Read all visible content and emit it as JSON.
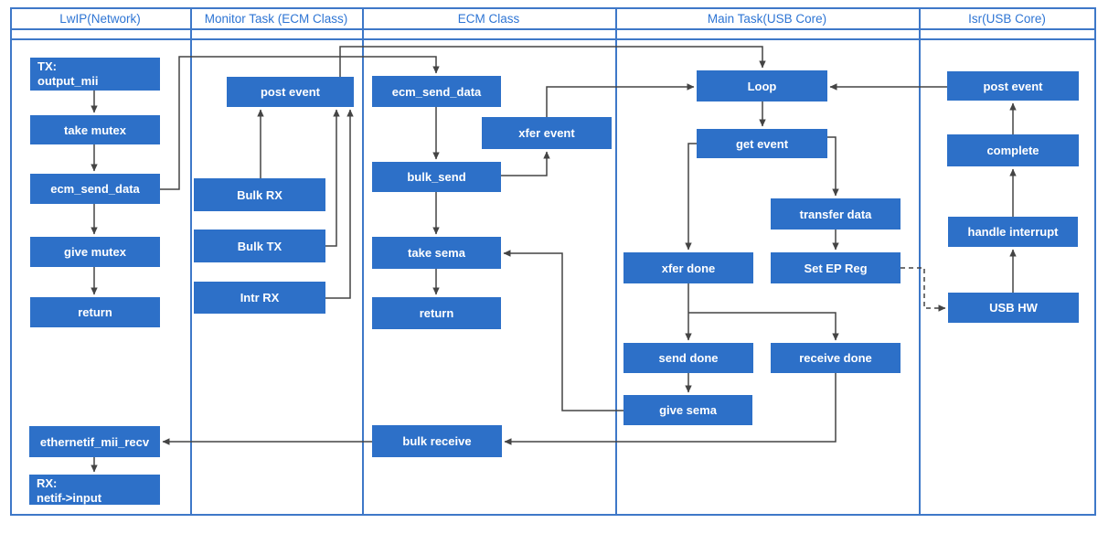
{
  "diagram_title": "USB ECM network data flow (swimlane diagram)",
  "colors": {
    "node_fill": "#2D70C8",
    "node_text": "#FFFFFF",
    "lane_border": "#3E78C8",
    "lane_title_text": "#2E75D4",
    "connector": "#444444",
    "background": "#FFFFFF"
  },
  "lanes": [
    {
      "title": "LwIP(Network)"
    },
    {
      "title": "Monitor Task  (ECM Class)"
    },
    {
      "title": "ECM Class"
    },
    {
      "title": "Main Task(USB Core)"
    },
    {
      "title": "Isr(USB Core)"
    }
  ],
  "nodes": {
    "tx_output_mii": {
      "label": "TX:\noutput_mii",
      "lane": "LwIP(Network)"
    },
    "take_mutex": {
      "label": "take mutex",
      "lane": "LwIP(Network)"
    },
    "ecm_send_data_lwip": {
      "label": "ecm_send_data",
      "lane": "LwIP(Network)"
    },
    "give_mutex": {
      "label": "give mutex",
      "lane": "LwIP(Network)"
    },
    "return_lwip": {
      "label": "return",
      "lane": "LwIP(Network)"
    },
    "ethernetif_mii_recv": {
      "label": "ethernetif_mii_recv",
      "lane": "LwIP(Network)"
    },
    "rx_netif_input": {
      "label": "RX:\nnetif->input",
      "lane": "LwIP(Network)"
    },
    "post_event_monitor": {
      "label": "post event",
      "lane": "Monitor Task  (ECM Class)"
    },
    "bulk_rx": {
      "label": "Bulk RX",
      "lane": "Monitor Task  (ECM Class)"
    },
    "bulk_tx": {
      "label": "Bulk TX",
      "lane": "Monitor Task  (ECM Class)"
    },
    "intr_rx": {
      "label": "Intr RX",
      "lane": "Monitor Task  (ECM Class)"
    },
    "ecm_send_data_ecm": {
      "label": "ecm_send_data",
      "lane": "ECM Class"
    },
    "xfer_event": {
      "label": "xfer event",
      "lane": "ECM Class"
    },
    "bulk_send": {
      "label": "bulk_send",
      "lane": "ECM Class"
    },
    "take_sema": {
      "label": "take sema",
      "lane": "ECM Class"
    },
    "return_ecm": {
      "label": "return",
      "lane": "ECM Class"
    },
    "bulk_receive": {
      "label": "bulk receive",
      "lane": "ECM Class"
    },
    "loop": {
      "label": "Loop",
      "lane": "Main Task(USB Core)"
    },
    "get_event": {
      "label": "get event",
      "lane": "Main Task(USB Core)"
    },
    "transfer_data": {
      "label": "transfer data",
      "lane": "Main Task(USB Core)"
    },
    "xfer_done": {
      "label": "xfer done",
      "lane": "Main Task(USB Core)"
    },
    "set_ep_reg": {
      "label": "Set EP Reg",
      "lane": "Main Task(USB Core)"
    },
    "send_done": {
      "label": "send done",
      "lane": "Main Task(USB Core)"
    },
    "receive_done": {
      "label": "receive done",
      "lane": "Main Task(USB Core)"
    },
    "give_sema": {
      "label": "give sema",
      "lane": "Main Task(USB Core)"
    },
    "post_event_isr": {
      "label": "post event",
      "lane": "Isr(USB Core)"
    },
    "complete": {
      "label": "complete",
      "lane": "Isr(USB Core)"
    },
    "handle_interrupt": {
      "label": "handle interrupt",
      "lane": "Isr(USB Core)"
    },
    "usb_hw": {
      "label": "USB HW",
      "lane": "Isr(USB Core)"
    }
  },
  "connections": [
    {
      "from": "tx_output_mii",
      "to": "take_mutex",
      "style": "solid"
    },
    {
      "from": "take_mutex",
      "to": "ecm_send_data_lwip",
      "style": "solid"
    },
    {
      "from": "ecm_send_data_lwip",
      "to": "give_mutex",
      "style": "solid"
    },
    {
      "from": "give_mutex",
      "to": "return_lwip",
      "style": "solid"
    },
    {
      "from": "ecm_send_data_lwip",
      "to": "ecm_send_data_ecm",
      "style": "solid"
    },
    {
      "from": "ecm_send_data_ecm",
      "to": "bulk_send",
      "style": "solid"
    },
    {
      "from": "bulk_send",
      "to": "xfer_event",
      "style": "solid"
    },
    {
      "from": "xfer_event",
      "to": "loop",
      "style": "solid"
    },
    {
      "from": "bulk_send",
      "to": "take_sema",
      "style": "solid"
    },
    {
      "from": "take_sema",
      "to": "return_ecm",
      "style": "solid"
    },
    {
      "from": "bulk_rx",
      "to": "post_event_monitor",
      "style": "solid"
    },
    {
      "from": "bulk_tx",
      "to": "post_event_monitor",
      "style": "solid"
    },
    {
      "from": "intr_rx",
      "to": "post_event_monitor",
      "style": "solid"
    },
    {
      "from": "post_event_monitor",
      "to": "loop",
      "style": "solid"
    },
    {
      "from": "loop",
      "to": "get_event",
      "style": "solid"
    },
    {
      "from": "get_event",
      "to": "xfer_done",
      "style": "solid"
    },
    {
      "from": "get_event",
      "to": "transfer_data",
      "style": "solid"
    },
    {
      "from": "transfer_data",
      "to": "set_ep_reg",
      "style": "solid"
    },
    {
      "from": "xfer_done",
      "to": "send_done",
      "style": "solid"
    },
    {
      "from": "xfer_done",
      "to": "receive_done",
      "style": "solid"
    },
    {
      "from": "send_done",
      "to": "give_sema",
      "style": "solid"
    },
    {
      "from": "give_sema",
      "to": "take_sema",
      "style": "solid"
    },
    {
      "from": "receive_done",
      "to": "bulk_receive",
      "style": "solid"
    },
    {
      "from": "bulk_receive",
      "to": "ethernetif_mii_recv",
      "style": "solid"
    },
    {
      "from": "ethernetif_mii_recv",
      "to": "rx_netif_input",
      "style": "solid"
    },
    {
      "from": "post_event_isr",
      "to": "loop",
      "style": "solid"
    },
    {
      "from": "complete",
      "to": "post_event_isr",
      "style": "solid"
    },
    {
      "from": "handle_interrupt",
      "to": "complete",
      "style": "solid"
    },
    {
      "from": "usb_hw",
      "to": "handle_interrupt",
      "style": "solid"
    },
    {
      "from": "set_ep_reg",
      "to": "usb_hw",
      "style": "dashed"
    }
  ]
}
